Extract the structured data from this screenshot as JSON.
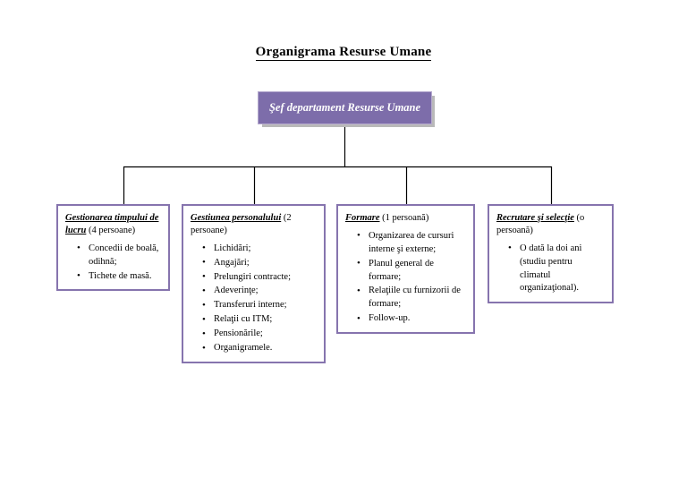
{
  "title": "Organigrama Resurse Umane",
  "colors": {
    "root_fill": "#7d6daa",
    "root_border": "#b6aace",
    "root_text": "#ffffff",
    "box_border": "#8674ae",
    "connector": "#000000",
    "shadow": "#b9b9b9"
  },
  "chart_data": {
    "type": "diagram",
    "diagram_type": "org-chart",
    "title": "Organigrama Resurse Umane",
    "root": {
      "label": "Şef departament Resurse Umane"
    },
    "nodes": [
      {
        "heading_main": "Gestionarea timpului de lucru",
        "heading_count": "(4 persoane)",
        "items": [
          "Concedii de boală, odihnă;",
          "Tichete de masă."
        ]
      },
      {
        "heading_main": "Gestiunea personalului",
        "heading_count": "(2 persoane)",
        "items": [
          "Lichidări;",
          "Angajări;",
          "Prelungiri contracte;",
          "Adeverinţe;",
          "Transferuri interne;",
          "Relaţii cu ITM;",
          "Pensionările;",
          "Organigramele."
        ]
      },
      {
        "heading_main": "Formare",
        "heading_count": "(1 persoană)",
        "items": [
          "Organizarea de cursuri interne şi externe;",
          "Planul general de formare;",
          "Relaţiile cu furnizorii de formare;",
          "Follow-up."
        ]
      },
      {
        "heading_main": "Recrutare şi selecţie",
        "heading_count": "(o persoană)",
        "items": [
          "O dată la doi ani (studiu pentru climatul organizaţional)."
        ]
      }
    ]
  }
}
